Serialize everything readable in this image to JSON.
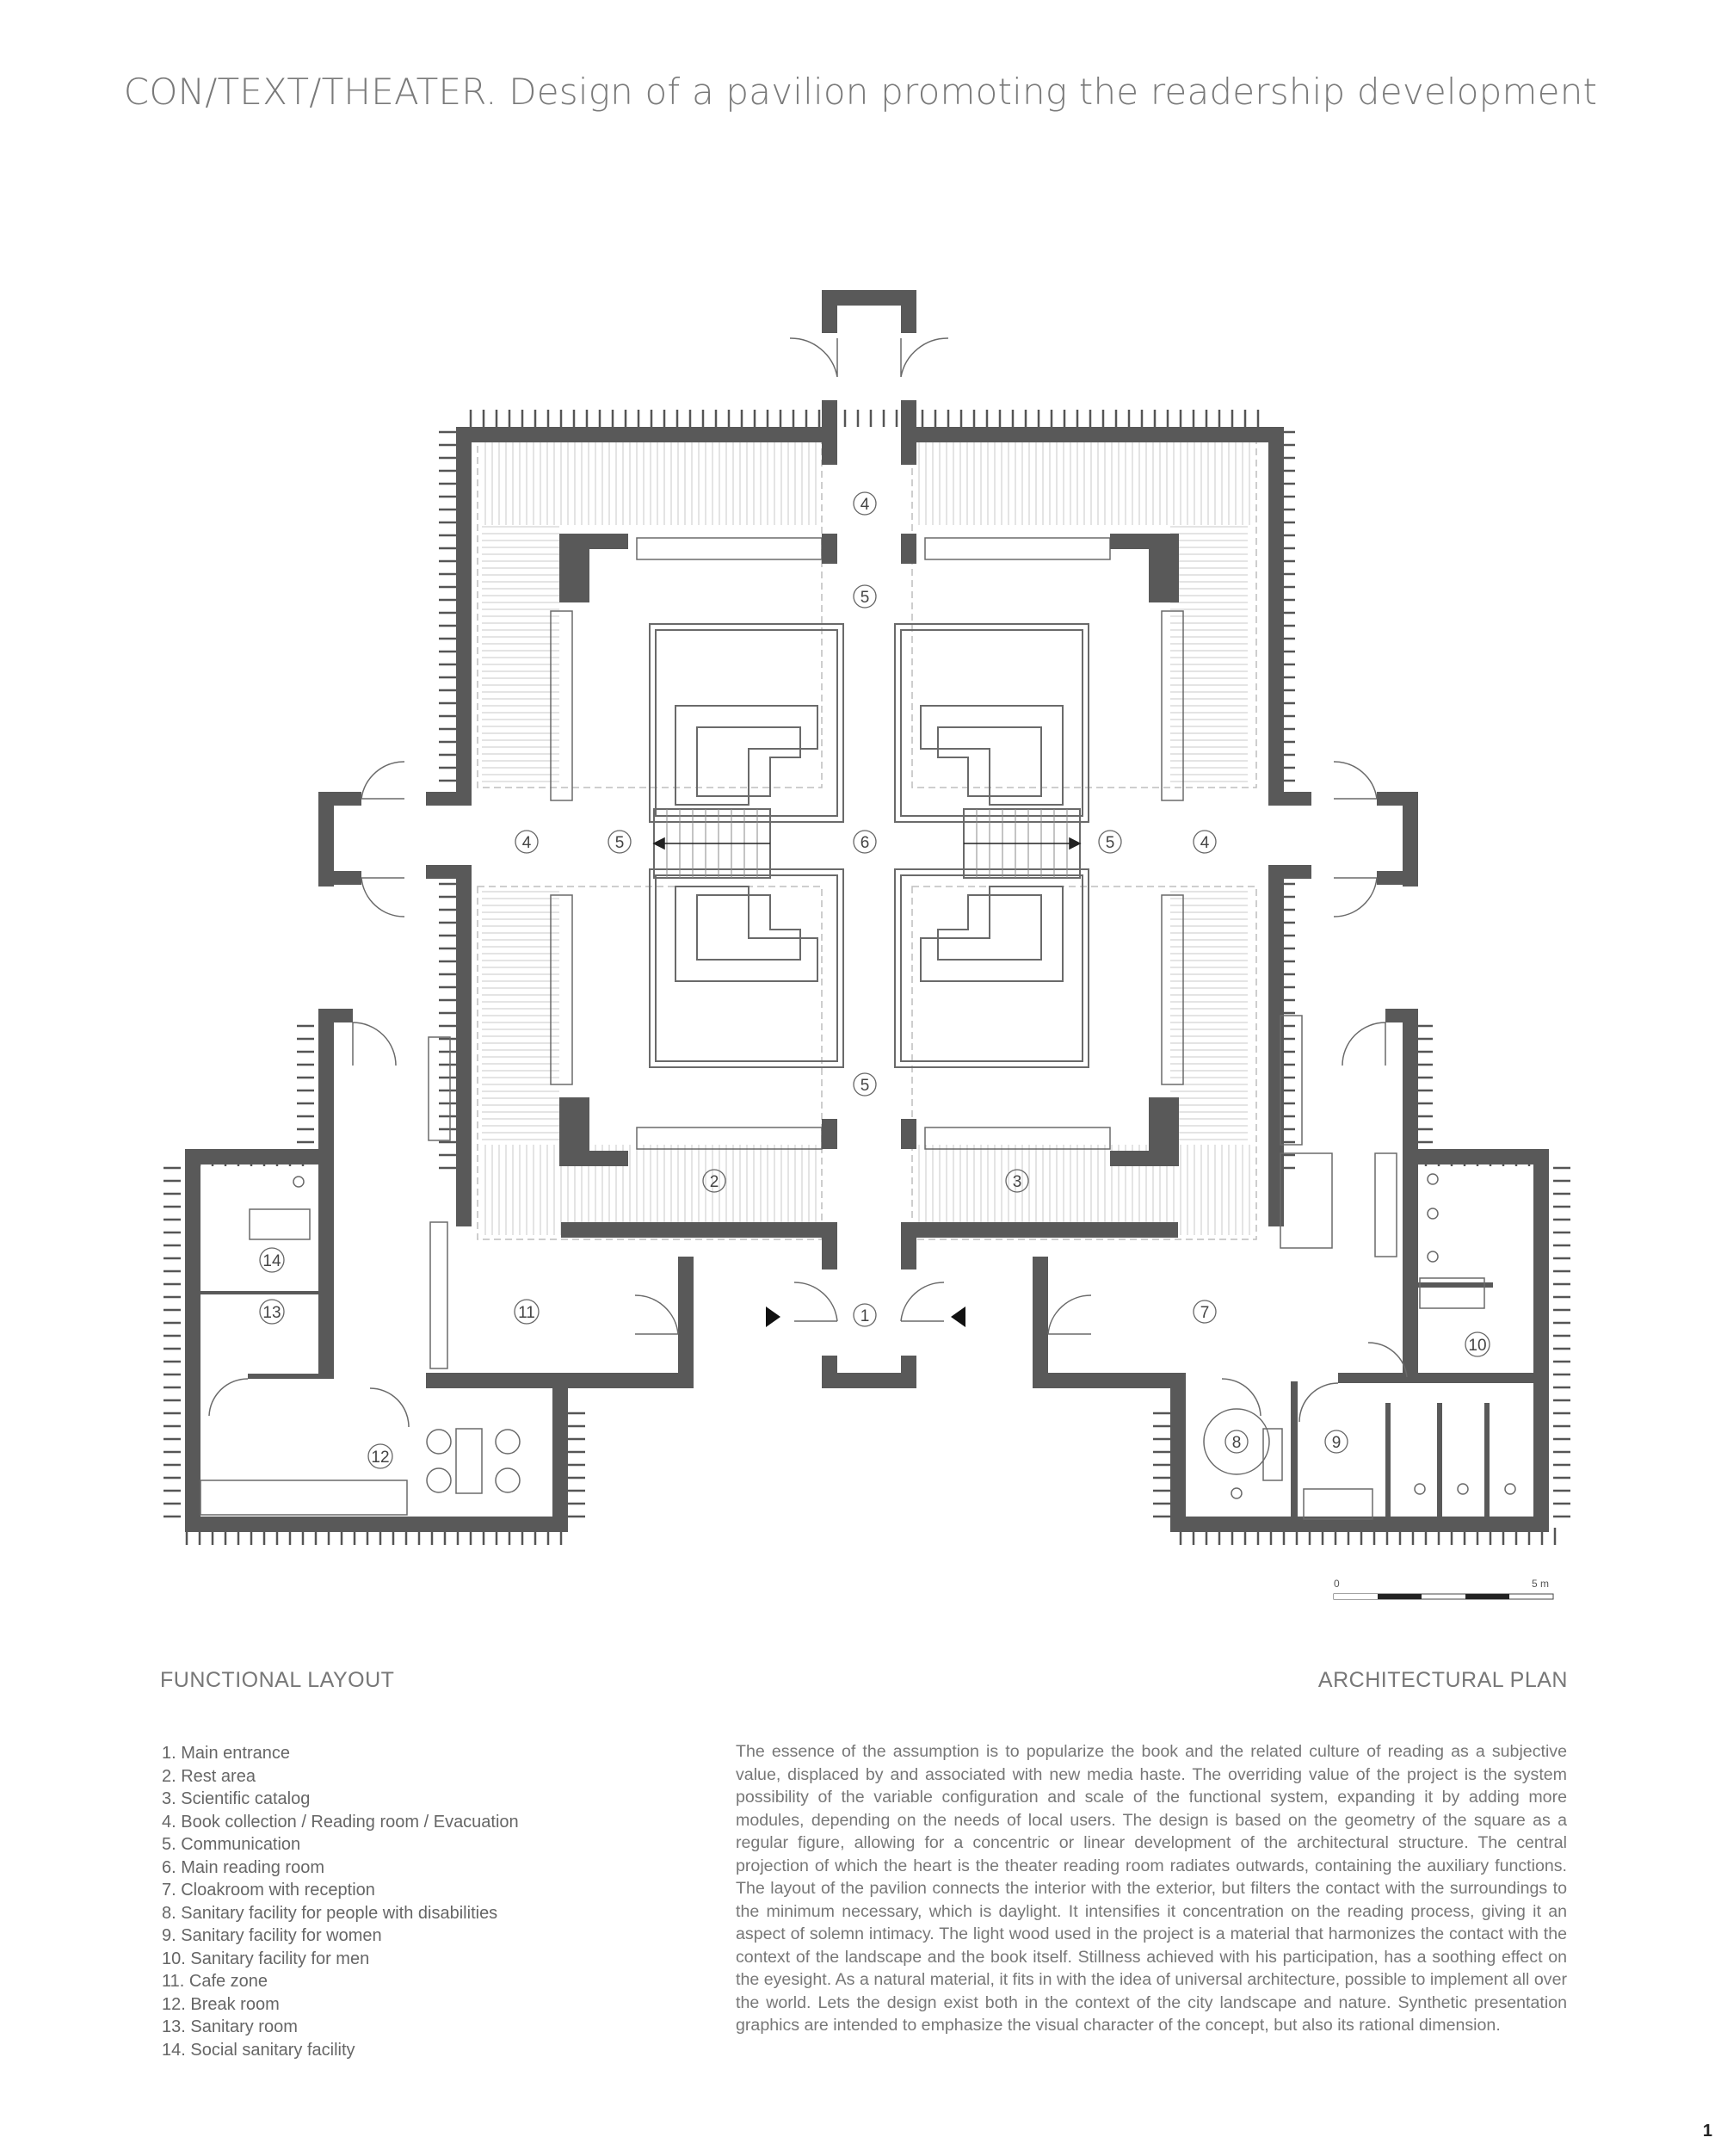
{
  "title": "CON/TEXT/THEATER. Design of a pavilion promoting the readership development",
  "plan": {
    "room_numbers": [
      "1",
      "2",
      "3",
      "4",
      "5",
      "6",
      "7",
      "8",
      "9",
      "10",
      "11",
      "12",
      "13",
      "14"
    ],
    "scale": {
      "start": "0",
      "end": "5 m"
    }
  },
  "labels": {
    "functional_layout": "FUNCTIONAL LAYOUT",
    "architectural_plan": "ARCHITECTURAL PLAN"
  },
  "legend": [
    "1. Main entrance",
    "2. Rest area",
    "3. Scientific catalog",
    "4. Book collection / Reading room / Evacuation",
    "5. Communication",
    "6. Main reading room",
    "7. Cloakroom with reception",
    "8. Sanitary facility for people with disabilities",
    "9. Sanitary facility for women",
    "10. Sanitary facility for men",
    "11. Cafe zone",
    "12. Break room",
    "13. Sanitary room",
    "14. Social sanitary facility"
  ],
  "description": "The essence of the assumption is to popularize the book and the related culture of reading as a subjective value, displaced by and associated with new media haste. The overriding value of the project is the system possibility of the variable configuration and scale of the functional system, expanding it by adding more modules, depending on the needs of local users. The design is based on the geometry of the square as a regular figure, allowing for a concentric or linear development of the architectural structure. The central projection of which the heart is the theater reading room radiates outwards, containing the auxiliary functions. The layout of the pavilion connects the interior with the exterior, but filters the contact with the surroundings to the minimum necessary, which is daylight. It intensifies it concentration on the reading process, giving it an aspect of solemn intimacy. The light wood used in the project is a material that harmonizes the contact with the context of the landscape and the book itself. Stillness achieved with his participation, has a soothing effect on the eyesight. As a natural material, it fits in with the idea of universal architecture, possible to implement all over the world. Lets the design exist both in the context of the city landscape and nature. Synthetic presentation graphics are intended to emphasize the visual character of the concept, but also its rational dimension.",
  "page_number": "1",
  "colors": {
    "wall": "#595959",
    "line": "#6a6a6a",
    "dash": "#bdbdbd"
  }
}
